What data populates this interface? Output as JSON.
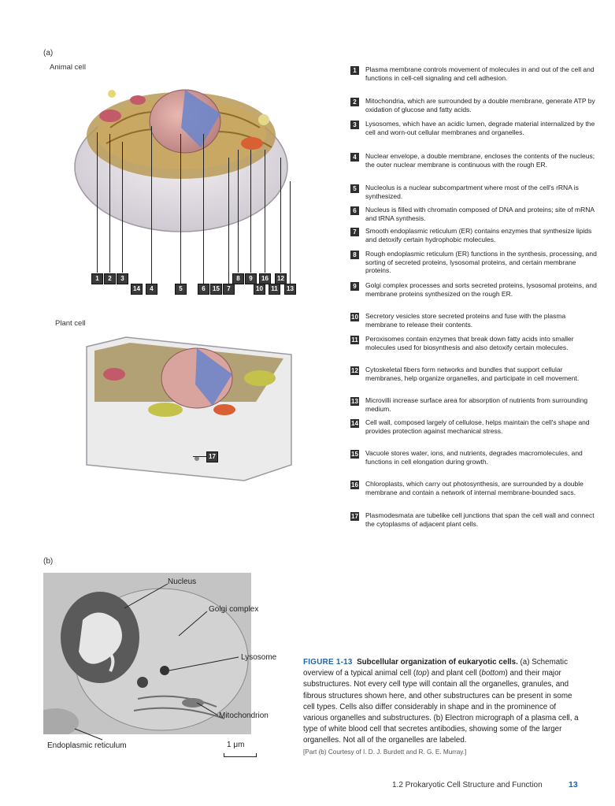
{
  "panel_a_label": "(a)",
  "panel_b_label": "(b)",
  "animal_cell_label": "Animal cell",
  "plant_cell_label": "Plant cell",
  "legend": [
    {
      "num": "1",
      "text": "Plasma membrane controls movement of molecules in and out of the cell and functions in cell-cell signaling and cell adhesion."
    },
    {
      "num": "2",
      "text": "Mitochondria, which are surrounded by a double membrane, generate ATP by oxidation of glucose and fatty acids."
    },
    {
      "num": "3",
      "text": "Lysosomes, which have an acidic lumen, degrade material internalized by the cell and worn-out cellular membranes and organelles."
    },
    {
      "num": "4",
      "text": "Nuclear envelope, a double membrane, encloses the contents of the nucleus; the outer nuclear membrane is continuous with the rough ER."
    },
    {
      "num": "5",
      "text": "Nucleolus is a nuclear subcompartment where most of the cell's rRNA is synthesized."
    },
    {
      "num": "6",
      "text": "Nucleus is filled with chromatin composed of DNA and proteins; site of mRNA and tRNA synthesis."
    },
    {
      "num": "7",
      "text": "Smooth endoplasmic reticulum (ER) contains enzymes that synthesize lipids and detoxify certain hydrophobic molecules."
    },
    {
      "num": "8",
      "text": "Rough endoplasmic reticulum (ER) functions in the synthesis, processing, and sorting of secreted proteins, lysosomal proteins, and certain membrane proteins."
    },
    {
      "num": "9",
      "text": "Golgi complex processes and sorts secreted proteins, lysosomal proteins, and membrane proteins synthesized on the rough ER."
    },
    {
      "num": "10",
      "text": "Secretory vesicles store secreted proteins and fuse with the plasma membrane to release their contents."
    },
    {
      "num": "11",
      "text": "Peroxisomes contain enzymes that break down fatty acids into smaller molecules used for biosynthesis and also detoxify certain molecules."
    },
    {
      "num": "12",
      "text": "Cytoskeletal fibers form networks and bundles that support cellular membranes, help organize organelles, and participate in cell movement."
    },
    {
      "num": "13",
      "text": "Microvilli increase surface area for absorption of nutrients from surrounding medium."
    },
    {
      "num": "14",
      "text": "Cell wall, composed largely of cellulose, helps maintain the cell's shape and provides protection against mechanical stress."
    },
    {
      "num": "15",
      "text": "Vacuole stores water, ions, and nutrients, degrades macromolecules, and functions in cell elongation during growth."
    },
    {
      "num": "16",
      "text": "Chloroplasts, which carry out photosynthesis, are surrounded by a double membrane and contain a network of internal membrane-bounded sacs."
    },
    {
      "num": "17",
      "text": "Plasmodesmata are tubelike cell junctions that span the cell wall and connect the cytoplasms of adjacent plant cells."
    }
  ],
  "callouts_row1": [
    "1",
    "2",
    "3",
    "8",
    "9",
    "16",
    "12"
  ],
  "callouts_row2": [
    "14",
    "4",
    "5",
    "6",
    "15",
    "7",
    "10",
    "11",
    "13"
  ],
  "callout_plant": "17",
  "micrograph_labels": {
    "nucleus": "Nucleus",
    "golgi": "Golgi complex",
    "lysosome": "Lysosome",
    "mitochondrion": "Mitochondrion",
    "er": "Endoplasmic reticulum",
    "scale": "1 μm"
  },
  "caption": {
    "figure": "FIGURE 1-13",
    "title": "Subcellular organization of eukaryotic cells.",
    "body_1": "(a) Schematic overview of a typical animal cell (",
    "top": "top",
    "body_2": ") and plant cell (",
    "bottom": "bottom",
    "body_3": ") and their major substructures. Not every cell type will contain all the organelles, granules, and fibrous structures shown here, and other substructures can be present in some cell types. Cells also differ considerably in shape and in the prominence of various organelles and substructures. (b) Electron micrograph of a plasma cell, a type of white blood cell that secretes antibodies, showing some of the larger organelles. Not all of the organelles are labeled.",
    "credit": "[Part (b) Courtesy of I. D. J. Burdett and R. G. E. Murray.]"
  },
  "footer": "1.2 Prokaryotic Cell Structure and Function",
  "page_number": "13",
  "colors": {
    "accent_blue": "#1f63a8",
    "badge": "#2f2f2f"
  }
}
